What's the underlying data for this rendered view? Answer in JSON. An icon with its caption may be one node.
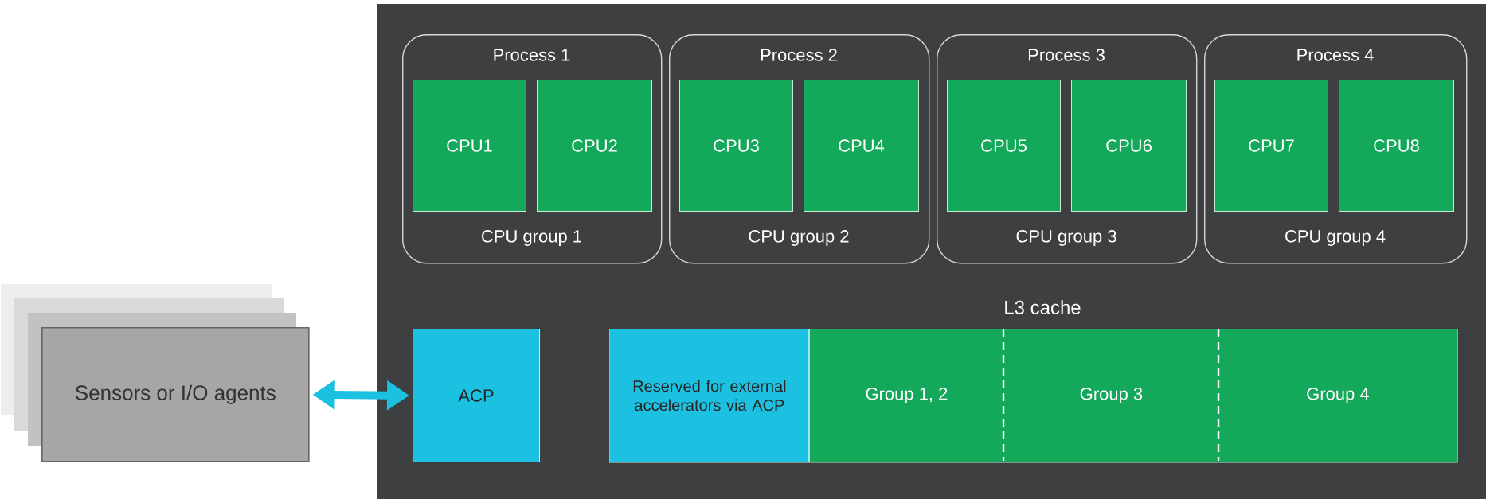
{
  "diagram": {
    "nodes": [
      {
        "text": [
          "Process 1",
          "CPU group 1"
        ]
      },
      {
        "text": [
          "CPU1"
        ],
        "in": 0
      },
      {
        "text": [
          "CPU2"
        ],
        "in": 0
      },
      {
        "text": [
          "Process 2",
          "CPU group 2"
        ]
      },
      {
        "text": [
          "CPU3"
        ],
        "in": 3
      },
      {
        "text": [
          "CPU4"
        ],
        "in": 3
      },
      {
        "text": [
          "Process 3",
          "CPU group 3"
        ]
      },
      {
        "text": [
          "CPU5"
        ],
        "in": 6
      },
      {
        "text": [
          "CPU6"
        ],
        "in": 6
      },
      {
        "text": [
          "Process 4",
          "CPU group 4"
        ]
      },
      {
        "text": [
          "CPU7"
        ],
        "in": 9
      },
      {
        "text": [
          "CPU8"
        ],
        "in": 9
      },
      {
        "text": [
          "Sensors or I/O agents"
        ]
      },
      {
        "text": [
          "ACP"
        ]
      },
      {
        "text": [
          "L3 cache"
        ]
      },
      {
        "text": [
          "Reserved for external accelerators via ACP"
        ],
        "in": 14
      },
      {
        "text": [
          "Group 1, 2"
        ],
        "in": 14
      },
      {
        "text": [
          "Group 3"
        ],
        "in": 14
      },
      {
        "text": [
          "Group 4"
        ],
        "in": 14
      }
    ],
    "edges": [
      {
        "from": 12,
        "to": 13,
        "arrow": "both"
      }
    ]
  }
}
